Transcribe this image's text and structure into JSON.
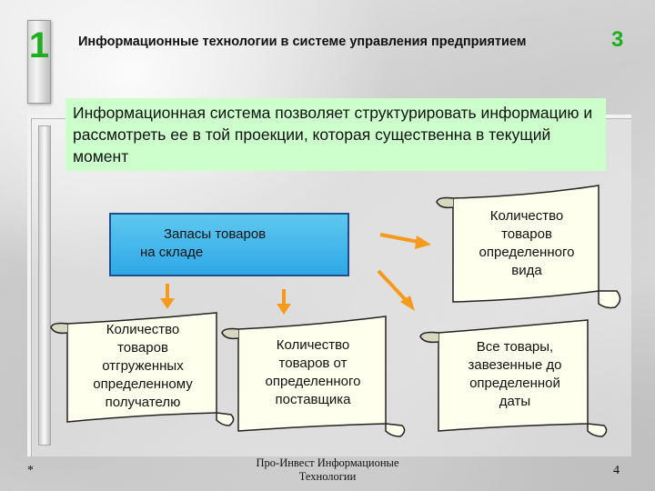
{
  "slide": {
    "number_left": "1",
    "title": "Информационные технологии в системе управления предприятием",
    "number_right": "3"
  },
  "intro_text": "Информационная система позволяет структурировать информацию и рассмотреть ее в той проекции, которая существенна в текущий момент",
  "source_box": {
    "line1": "Запасы товаров",
    "line2": "на складе"
  },
  "scrolls": [
    {
      "id": "type",
      "text": "Количество\nтоваров\nопределенного\nвида"
    },
    {
      "id": "recipient",
      "text": "Количество\nтоваров\nотгруженных\nопределенному\nполучателю"
    },
    {
      "id": "supplier",
      "text": "Количество\nтоваров от\nопределенного\nпоставщика"
    },
    {
      "id": "date",
      "text": "Все товары,\nзавезенные до\nопределенной\nдаты"
    }
  ],
  "colors": {
    "accent_green": "#1fae1f",
    "box_green": "#ccffcc",
    "box_blue": "#2fa8e6",
    "arrow_orange": "#f59a1c",
    "scroll_fill": "#ffffee"
  },
  "footer": {
    "left": "*",
    "center_line1": "Про-Инвест Информационые",
    "center_line2": "Технологии",
    "page": "4"
  }
}
